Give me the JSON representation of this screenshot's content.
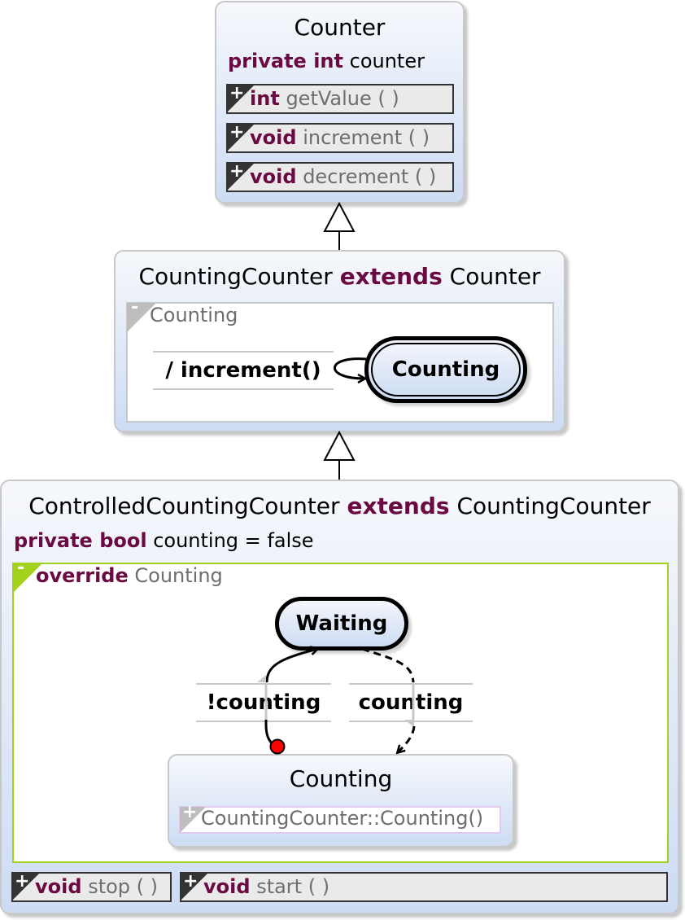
{
  "counter": {
    "name": "Counter",
    "attribute": {
      "modifiers": "private int",
      "name": "counter"
    },
    "methods": [
      {
        "visibility": "+",
        "type": "int",
        "signature": "getValue ( )"
      },
      {
        "visibility": "+",
        "type": "void",
        "signature": "increment ( )"
      },
      {
        "visibility": "+",
        "type": "void",
        "signature": "decrement ( )"
      }
    ]
  },
  "counting_counter": {
    "name": "CountingCounter",
    "extends_keyword": "extends",
    "parent": "Counter",
    "region": {
      "visibility": "-",
      "name": "Counting",
      "transition_label": "/ increment()",
      "state": "Counting"
    }
  },
  "controlled_counting_counter": {
    "name": "ControlledCountingCounter",
    "extends_keyword": "extends",
    "parent": "CountingCounter",
    "attribute": {
      "modifiers": "private bool",
      "name": "counting = false"
    },
    "region": {
      "visibility": "-",
      "modifier": "override",
      "name": "Counting",
      "waiting_state": "Waiting",
      "guard_not_counting": "!counting",
      "guard_counting": "counting",
      "composite_state": {
        "name": "Counting",
        "visibility": "+",
        "ref": "CountingCounter::Counting()"
      }
    },
    "methods": [
      {
        "visibility": "+",
        "type": "void",
        "signature": "stop ( )"
      },
      {
        "visibility": "+",
        "type": "void",
        "signature": "start ( )"
      }
    ]
  },
  "colors": {
    "keyword": "#6b0a42",
    "override_region_border": "#a3d11d",
    "initial_marker": "#ff0000",
    "class_gradient_top": "#f6f8fc",
    "class_gradient_bottom": "#cddcf3"
  }
}
